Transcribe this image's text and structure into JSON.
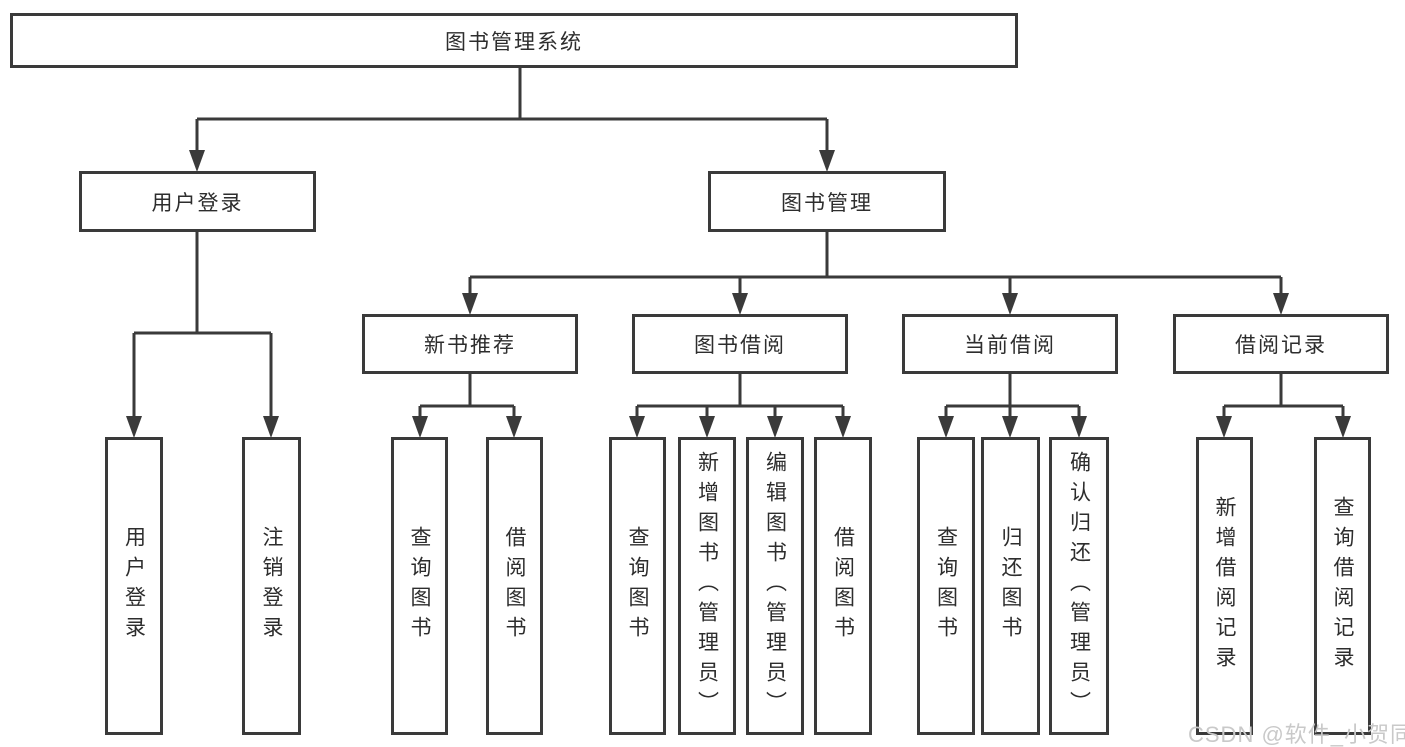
{
  "colors": {
    "line": "#3a3a3a",
    "text": "#2d2d2d",
    "box_background": "#ffffff",
    "page_background": "#ffffff",
    "watermark": "#c9c9c9"
  },
  "watermark": {
    "text": "CSDN @软件_小贺同学"
  },
  "tree": {
    "label": "图书管理系统",
    "children": [
      {
        "label": "用户登录",
        "children": [
          {
            "label": "用户登录"
          },
          {
            "label": "注销登录"
          }
        ]
      },
      {
        "label": "图书管理",
        "children": [
          {
            "label": "新书推荐",
            "children": [
              {
                "label": "查询图书"
              },
              {
                "label": "借阅图书"
              }
            ]
          },
          {
            "label": "图书借阅",
            "children": [
              {
                "label": "查询图书"
              },
              {
                "label": "新增图书（管理员）"
              },
              {
                "label": "编辑图书（管理员）"
              },
              {
                "label": "借阅图书"
              }
            ]
          },
          {
            "label": "当前借阅",
            "children": [
              {
                "label": "查询图书"
              },
              {
                "label": "归还图书"
              },
              {
                "label": "确认归还（管理员）"
              }
            ]
          },
          {
            "label": "借阅记录",
            "children": [
              {
                "label": "新增借阅记录"
              },
              {
                "label": "查询借阅记录"
              }
            ]
          }
        ]
      }
    ]
  }
}
